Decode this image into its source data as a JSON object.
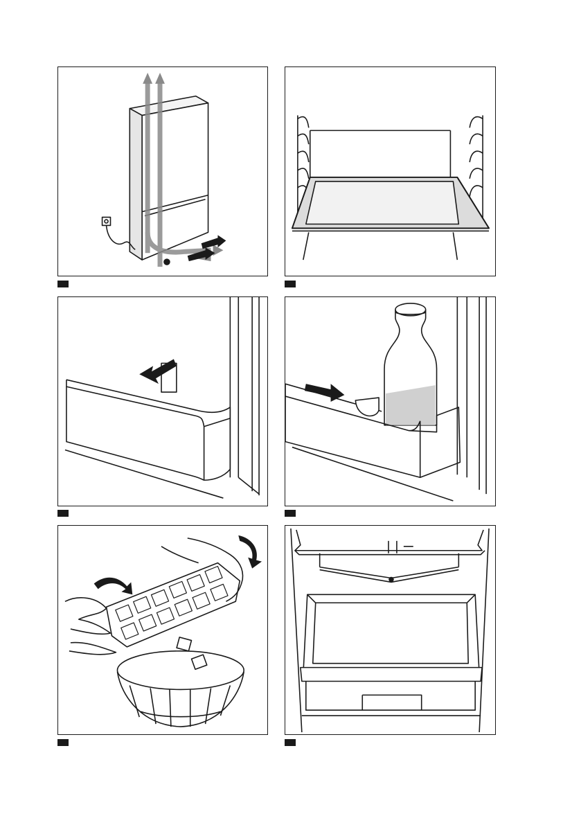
{
  "page": {
    "background": "#ffffff",
    "line_color": "#1a1a1a",
    "figures": [
      {
        "id": "fig-1",
        "subject": "refrigerator-ventilation-airflow",
        "icon": "fridge-airflow-icon",
        "marker": ""
      },
      {
        "id": "fig-2",
        "subject": "glass-shelf-on-rails",
        "icon": "shelf-icon",
        "marker": ""
      },
      {
        "id": "fig-3",
        "subject": "door-trim-removal",
        "icon": "door-trim-icon",
        "marker": ""
      },
      {
        "id": "fig-4",
        "subject": "door-bottle-rack-divider",
        "icon": "bottle-rack-icon",
        "marker": ""
      },
      {
        "id": "fig-5",
        "subject": "ice-cube-tray-emptying",
        "icon": "ice-tray-icon",
        "marker": ""
      },
      {
        "id": "fig-6",
        "subject": "vegetable-crisper-drawer",
        "icon": "crisper-drawer-icon",
        "marker": ""
      }
    ]
  }
}
